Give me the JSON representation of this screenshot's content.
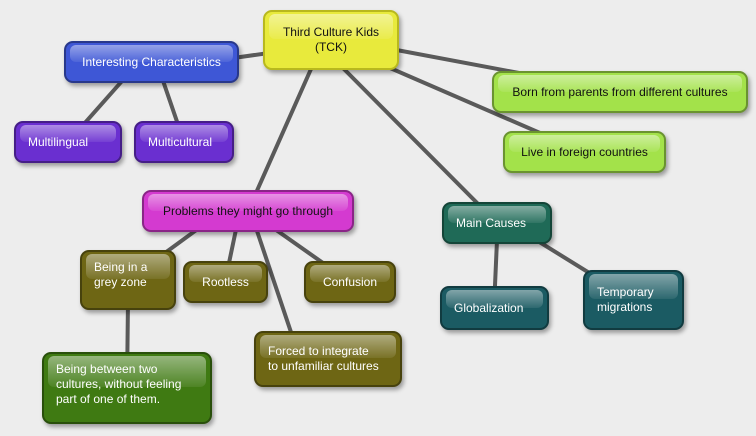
{
  "colors": {
    "connector": "#5a5a5a",
    "background": "#ededed",
    "root": "#e8ea3c",
    "characteristics": "#3e57d6",
    "characteristic_items": "#6a2fd0",
    "facts": "#a3e24a",
    "problems": "#d43ad0",
    "problem_items": "#6e6614",
    "problem_deep": "#3f7a12",
    "causes": "#1f6a57",
    "cause_items": "#1b5b63"
  },
  "nodes": {
    "tck": {
      "line1": "Third Culture Kids",
      "line2": "(TCK)"
    },
    "interesting": {
      "label": "Interesting Characteristics"
    },
    "multilingual": {
      "label": "Multilingual"
    },
    "multicultural": {
      "label": "Multicultural"
    },
    "born": {
      "label": "Born from parents from different cultures"
    },
    "foreign": {
      "label": "Live in foreign countries"
    },
    "problems": {
      "label": "Problems they might go through"
    },
    "causes": {
      "label": "Main Causes"
    },
    "greyzone": {
      "line1": "Being in a",
      "line2": "grey zone"
    },
    "rootless": {
      "label": "Rootless"
    },
    "confusion": {
      "label": "Confusion"
    },
    "globalization": {
      "label": "Globalization"
    },
    "temporary": {
      "line1": "Temporary",
      "line2": "migrations"
    },
    "forced": {
      "line1": "Forced to integrate",
      "line2": "to unfamiliar cultures"
    },
    "between": {
      "line1": "Being between two",
      "line2": "cultures, without feeling",
      "line3": "part of one of them."
    }
  }
}
